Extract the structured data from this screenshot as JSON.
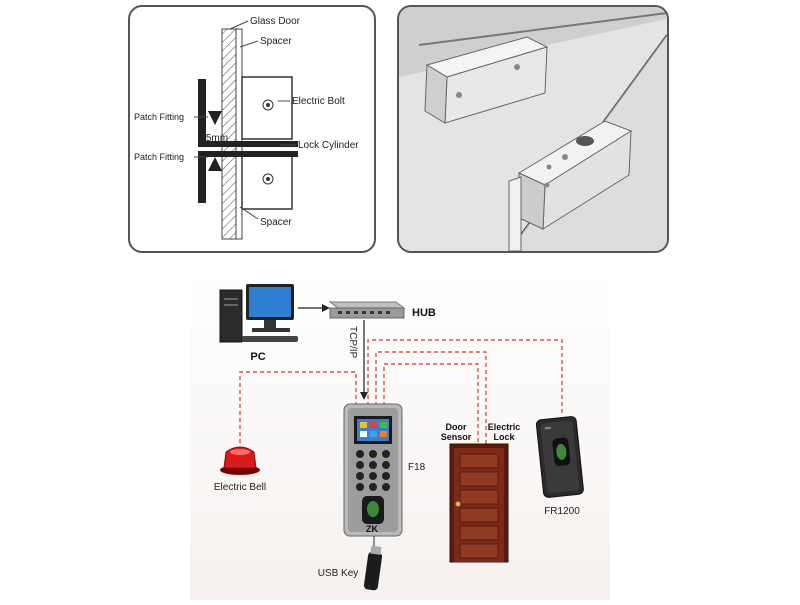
{
  "installation": {
    "labels": {
      "glass_door": "Glass Door",
      "spacer_top": "Spacer",
      "electric_bolt": "Electric Bolt",
      "patch_fitting_top": "Patch Fitting",
      "gap": ">5mm",
      "lock_cylinder": "Lock Cylinder",
      "patch_fitting_bottom": "Patch Fitting",
      "spacer_bottom": "Spacer"
    }
  },
  "wiring": {
    "pc": "PC",
    "hub": "HUB",
    "tcpip": "TCP/IP",
    "electric_bell": "Electric Bell",
    "f18": "F18",
    "door_sensor_line1": "Door",
    "door_sensor_line2": "Sensor",
    "electric_lock_line1": "Electric",
    "electric_lock_line2": "Lock",
    "fr1200": "FR1200",
    "usb_key": "USB Key",
    "device_logo": "ZK",
    "wire_color": "#d9534f"
  }
}
